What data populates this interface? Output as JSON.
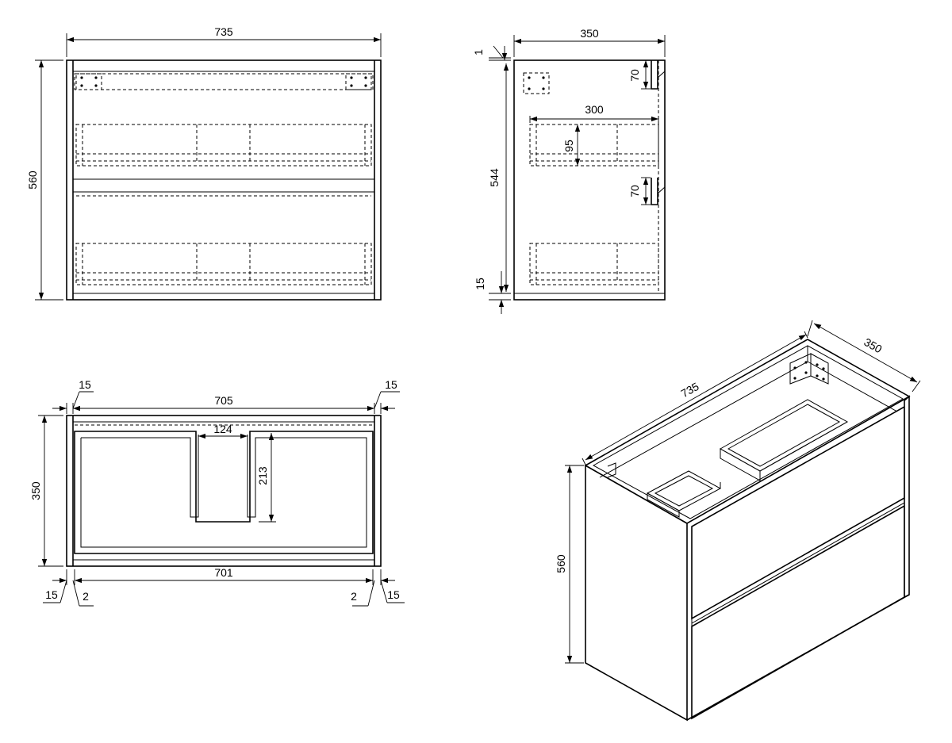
{
  "front_view": {
    "width_label": "735",
    "height_label": "560"
  },
  "side_view": {
    "depth_label": "350",
    "top_gap_label": "1",
    "upper_bracket_label": "70",
    "inner_width_label": "300",
    "drawer_height_label": "95",
    "total_height_label": "544",
    "lower_bracket_label": "70",
    "bottom_gap_label": "15"
  },
  "top_view": {
    "left_side_label": "15",
    "inner_width_label": "705",
    "right_side_label": "15",
    "cutout_width_label": "124",
    "cutout_depth_label": "213",
    "depth_label": "350",
    "bottom_width_label": "701",
    "bottom_left_side_label": "15",
    "bottom_left_gap_label": "2",
    "bottom_right_gap_label": "2",
    "bottom_right_side_label": "15"
  },
  "iso_view": {
    "width_label": "735",
    "depth_label": "350",
    "height_label": "560"
  }
}
